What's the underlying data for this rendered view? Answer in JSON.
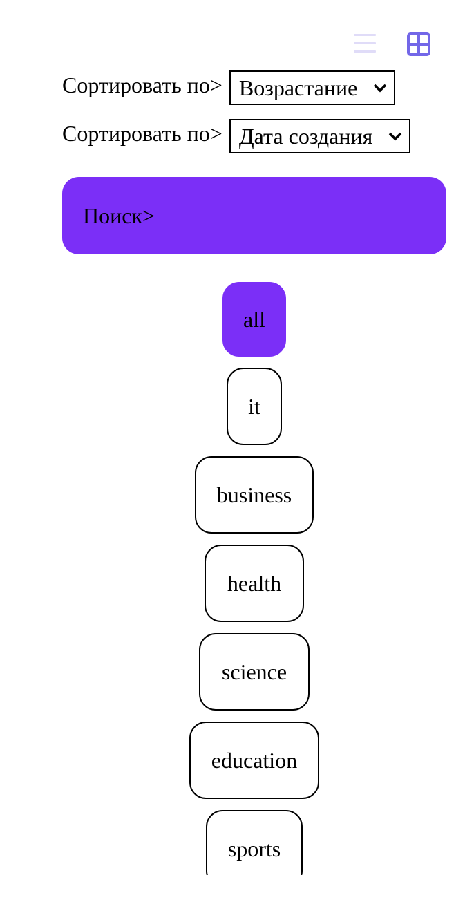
{
  "view_toggle": {
    "list_icon": "hamburger-list-icon",
    "grid_icon": "grid-view-icon",
    "grid_color": "#7367e8",
    "list_color": "#e0dcf8"
  },
  "sort": [
    {
      "label": "Сортировать по>",
      "selected": "Возрастание"
    },
    {
      "label": "Сортировать по>",
      "selected": "Дата создания"
    }
  ],
  "search": {
    "label": "Поиск>",
    "background": "#7b2ff7"
  },
  "categories": [
    {
      "label": "all",
      "active": true
    },
    {
      "label": "it",
      "active": false
    },
    {
      "label": "business",
      "active": false
    },
    {
      "label": "health",
      "active": false
    },
    {
      "label": "science",
      "active": false
    },
    {
      "label": "education",
      "active": false
    },
    {
      "label": "sports",
      "active": false
    }
  ],
  "accent_color": "#7b2ff7"
}
